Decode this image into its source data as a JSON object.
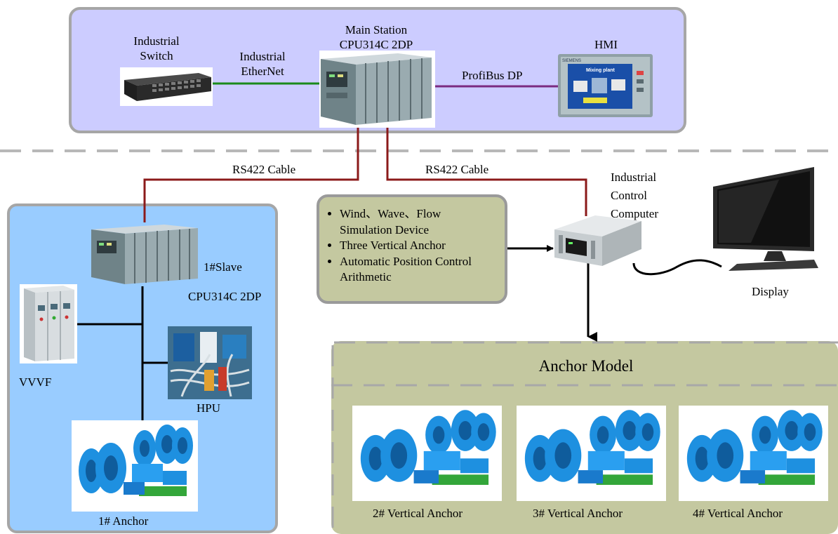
{
  "top": {
    "switch_label": [
      "Industrial",
      "Switch"
    ],
    "ethernet_label": [
      "Industrial",
      "EtherNet"
    ],
    "main_station_label": [
      "Main Station",
      "CPU314C 2DP"
    ],
    "profibus_label": "ProfiBus DP",
    "hmi_label": "HMI",
    "hmi_screen_title": "Mixing plant",
    "hmi_brand": "SIEMENS"
  },
  "middle": {
    "rs422_left": "RS422 Cable",
    "rs422_right": "RS422 Cable",
    "ipc_label": [
      "Industrial",
      "Control",
      "Computer"
    ],
    "display_label": "Display",
    "bullets": [
      [
        "Wind、Wave、Flow",
        "Simulation Device"
      ],
      [
        "Three Vertical Anchor"
      ],
      [
        "Automatic Position Control",
        "Arithmetic"
      ]
    ]
  },
  "slave": {
    "name": "1#Slave",
    "cpu": "CPU314C 2DP",
    "vvvf": "VVVF",
    "hpu": "HPU",
    "anchor": "1# Anchor"
  },
  "anchor_model": {
    "title": "Anchor Model",
    "anchors": [
      "2# Vertical Anchor",
      "3# Vertical Anchor",
      "4# Vertical Anchor"
    ]
  },
  "colors": {
    "ethernet_line": "#1a8a1a",
    "profibus_line": "#7a2a80",
    "rs422_line": "#8b1a1a",
    "winch_blue": "#1e90e0",
    "winch_green": "#33a63a"
  }
}
